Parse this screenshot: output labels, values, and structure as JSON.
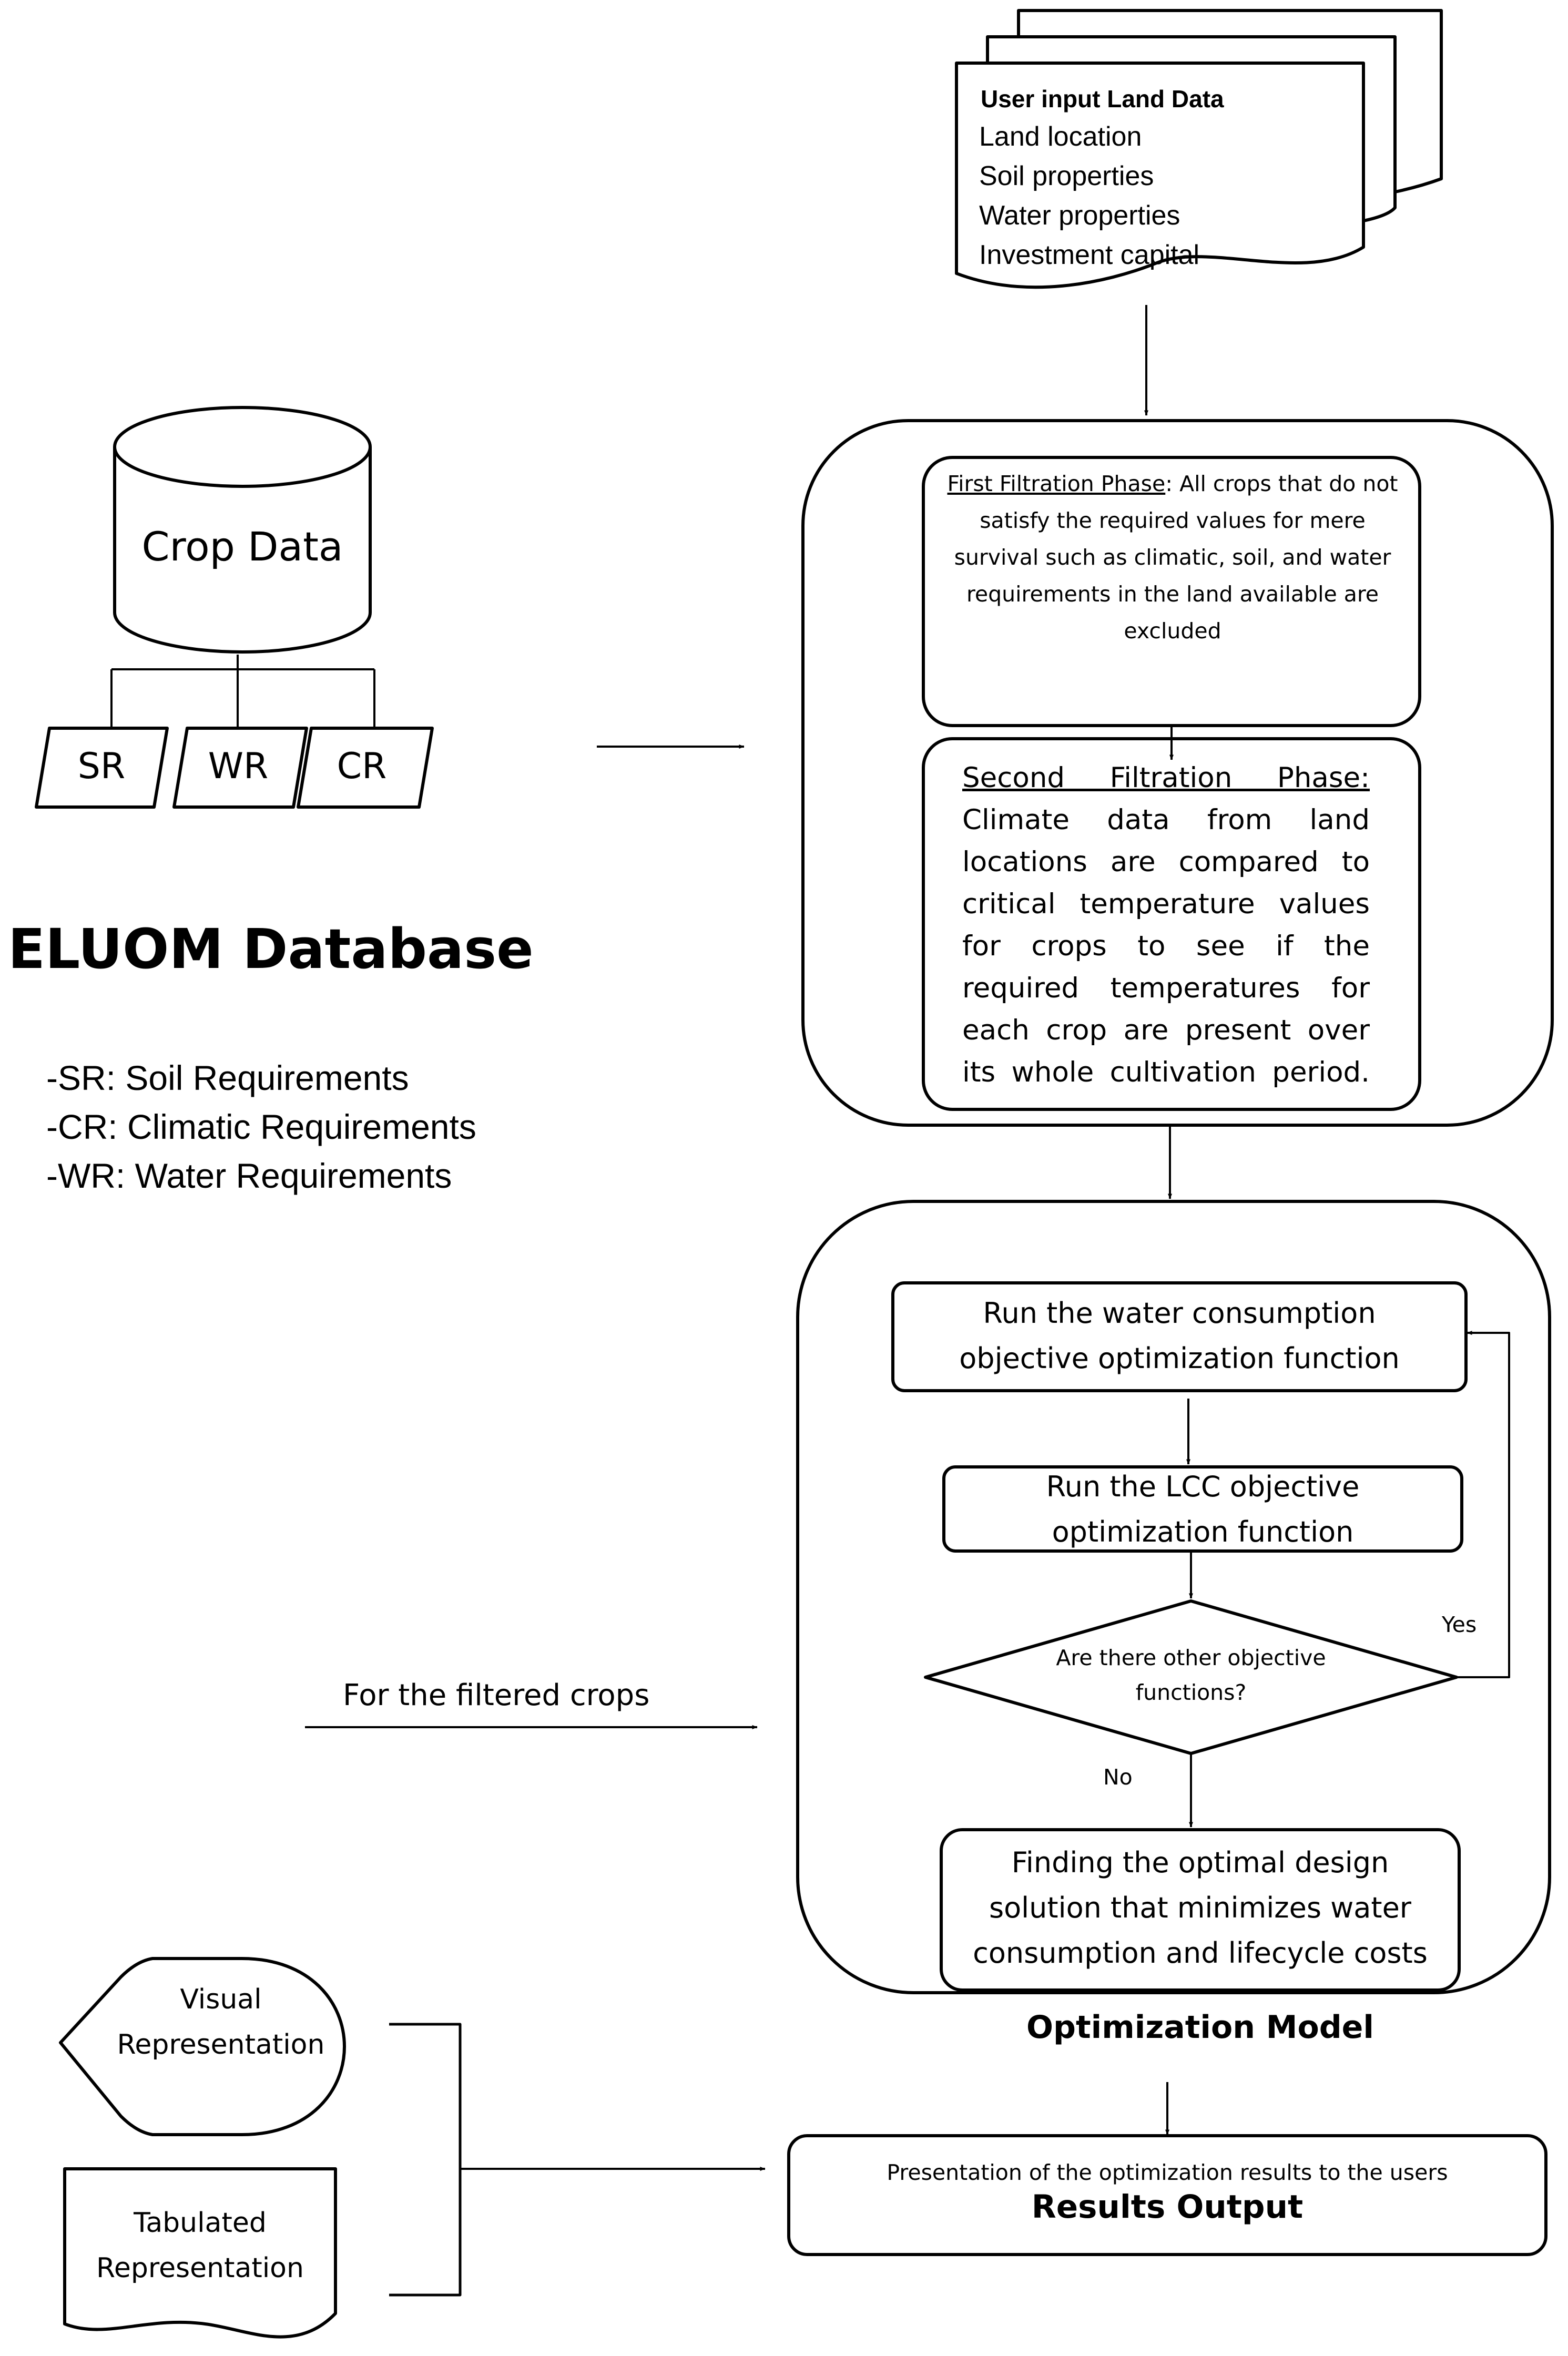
{
  "user_input": {
    "title": "User input Land Data",
    "items": [
      "Land location",
      "Soil properties",
      "Water properties",
      "Investment capital"
    ]
  },
  "database": {
    "cylinder_label": "Crop Data",
    "children": [
      "SR",
      "WR",
      "CR"
    ],
    "title": "ELUOM Database",
    "legend": [
      "-SR: Soil Requirements",
      "-CR: Climatic Requirements",
      "-WR: Water Requirements"
    ]
  },
  "filtration": {
    "first_heading": "First Filtration Phase",
    "first_text": ":  All crops that do not satisfy the required values for mere survival such as climatic, soil, and water requirements in the land available are excluded",
    "second_heading": "Second Filtration Phase:",
    "second_lines": [
      "Climate data from land",
      "locations are compared to",
      "critical temperature values",
      "for crops to see if the",
      "required temperatures for",
      "each crop are present over"
    ],
    "second_last_line": "its whole cultivation period."
  },
  "optimization": {
    "step_water": "Run the water consumption\nobjective optimization function",
    "step_lcc": "Run the LCC objective\noptimization function",
    "decision": "Are there other objective\nfunctions?",
    "yes_label": "Yes",
    "no_label": "No",
    "final": "Finding the optimal design\nsolution that minimizes water\nconsumption and lifecycle costs",
    "caption": "Optimization Model",
    "input_label": "For the filtered crops"
  },
  "outputs": {
    "visual": "Visual\nRepresentation",
    "tabulated": "Tabulated\nRepresentation"
  },
  "results": {
    "subtitle": "Presentation of the optimization results to the users",
    "title": "Results Output"
  }
}
